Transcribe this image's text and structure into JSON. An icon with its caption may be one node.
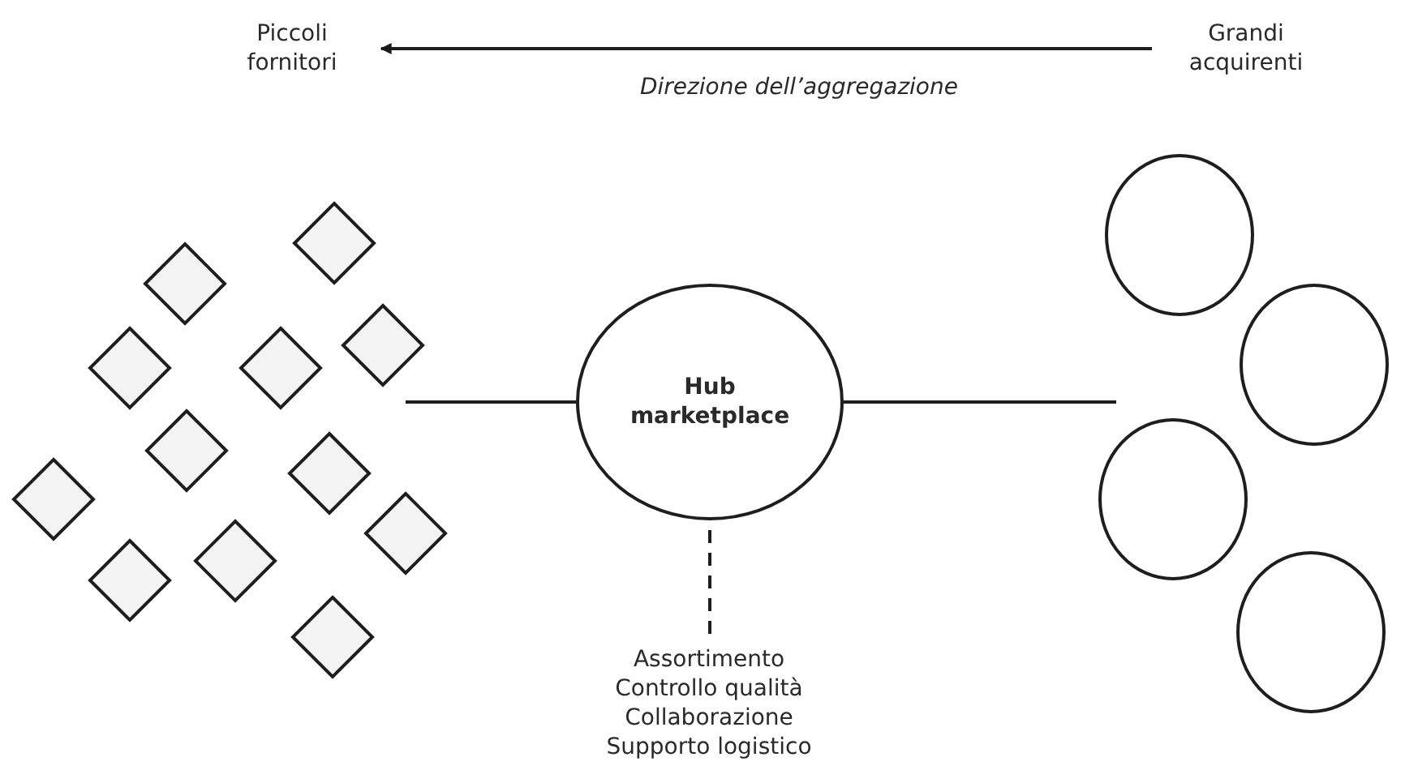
{
  "diagram": {
    "nodes": [
      {
        "text": [
          "Piccoli fornitori"
        ]
      },
      {
        "text": [
          "Grandi acquirenti"
        ]
      },
      {
        "text": [
          "Hub marketplace"
        ]
      },
      {
        "text": [
          "Assortimento",
          "Controllo qualità",
          "Collaborazione",
          "Supporto logistico"
        ]
      },
      {
        "text": [],
        "shape": "diamond"
      },
      {
        "text": [],
        "shape": "diamond"
      },
      {
        "text": [],
        "shape": "diamond"
      },
      {
        "text": [],
        "shape": "diamond"
      },
      {
        "text": [],
        "shape": "diamond"
      },
      {
        "text": [],
        "shape": "diamond"
      },
      {
        "text": [],
        "shape": "diamond"
      },
      {
        "text": [],
        "shape": "diamond"
      },
      {
        "text": [],
        "shape": "diamond"
      },
      {
        "text": [],
        "shape": "diamond"
      },
      {
        "text": [],
        "shape": "diamond"
      },
      {
        "text": [],
        "shape": "diamond"
      },
      {
        "text": [],
        "shape": "circle"
      },
      {
        "text": [],
        "shape": "circle"
      },
      {
        "text": [],
        "shape": "circle"
      },
      {
        "text": [],
        "shape": "circle"
      }
    ],
    "edges": [
      {
        "from": 1,
        "to": 0,
        "arrow": "to",
        "label": "Direzione dell’aggregazione"
      },
      {
        "from": null,
        "to": 2,
        "arrow": "none"
      },
      {
        "from": 2,
        "to": null,
        "arrow": "none"
      },
      {
        "from": 2,
        "to": 3,
        "arrow": "none",
        "style": "dashed"
      }
    ]
  }
}
